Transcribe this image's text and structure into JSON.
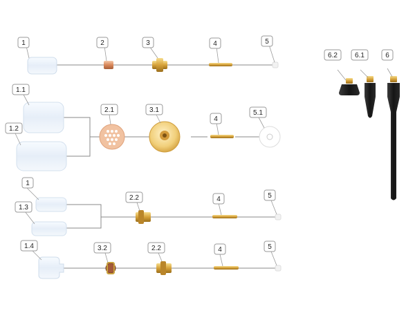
{
  "labels": {
    "l1_top": "1",
    "l2": "2",
    "l3": "3",
    "l4_r1": "4",
    "l5_r1": "5",
    "l1_1": "1.1",
    "l1_2": "1.2",
    "l2_1": "2.1",
    "l3_1": "3.1",
    "l4_r2": "4",
    "l5_1": "5.1",
    "l1_r3": "1",
    "l1_3": "1.3",
    "l2_2_r3": "2.2",
    "l4_r3": "4",
    "l5_r3": "5",
    "l1_4": "1.4",
    "l3_2": "3.2",
    "l2_2_r4": "2.2",
    "l4_r4": "4",
    "l5_r4": "5",
    "l6_2": "6.2",
    "l6_1": "6.1",
    "l6": "6"
  },
  "colors": {
    "glass": "#e8f1fb",
    "glass_edge": "#c9d6e4",
    "copper": "#d9875a",
    "brass": "#d6a23a",
    "ceramic": "#e9b08a",
    "rubber": "#1c1c1c"
  }
}
